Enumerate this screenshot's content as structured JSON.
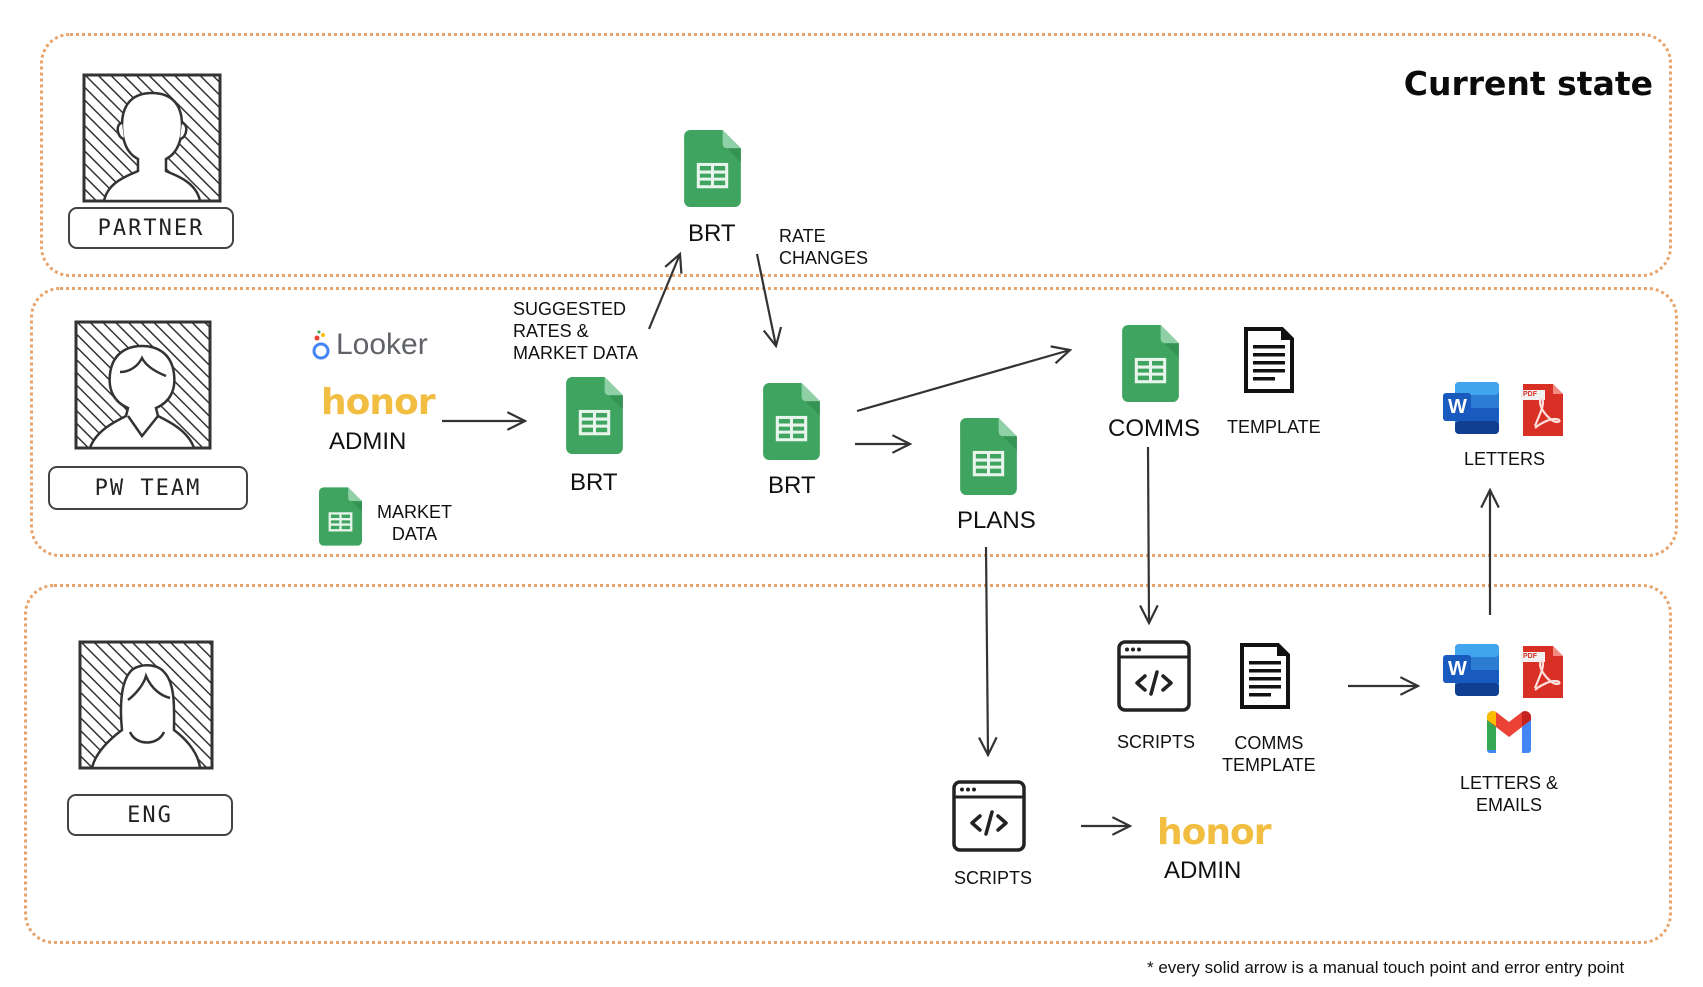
{
  "title": "Current state",
  "lanes": [
    {
      "id": "partner",
      "role_label": "PARTNER"
    },
    {
      "id": "pw-team",
      "role_label": "PW TEAM"
    },
    {
      "id": "eng",
      "role_label": "ENG"
    }
  ],
  "nodes": {
    "brt_partner": {
      "label": "BRT",
      "icon": "google-sheets-icon"
    },
    "rate_changes": {
      "line1": "RATE",
      "line2": "CHANGES"
    },
    "suggested": {
      "line1": "SUGGESTED",
      "line2": "RATES &",
      "line3": "MARKET DATA"
    },
    "looker": {
      "label": "Looker",
      "icon": "looker-icon"
    },
    "honor_admin_pw": {
      "brand": "honor",
      "label": "ADMIN"
    },
    "market_data": {
      "line1": "MARKET",
      "line2": "DATA",
      "icon": "google-sheets-icon"
    },
    "brt_pw_1": {
      "label": "BRT",
      "icon": "google-sheets-icon"
    },
    "brt_pw_2": {
      "label": "BRT",
      "icon": "google-sheets-icon"
    },
    "plans": {
      "label": "PLANS",
      "icon": "google-sheets-icon"
    },
    "comms": {
      "label": "COMMS",
      "icon": "google-sheets-icon"
    },
    "template": {
      "label": "TEMPLATE",
      "icon": "document-icon"
    },
    "letters": {
      "label": "LETTERS",
      "icons": [
        "word-icon",
        "pdf-icon"
      ]
    },
    "scripts_1": {
      "label": "SCRIPTS",
      "icon": "code-window-icon"
    },
    "comms_template": {
      "line1": "COMMS",
      "line2": "TEMPLATE",
      "icon": "document-icon"
    },
    "letters_emails": {
      "line1": "LETTERS &",
      "line2": "EMAILS",
      "icons": [
        "word-icon",
        "pdf-icon",
        "gmail-icon"
      ]
    },
    "scripts_2": {
      "label": "SCRIPTS",
      "icon": "code-window-icon"
    },
    "honor_admin_eng": {
      "brand": "honor",
      "label": "ADMIN"
    }
  },
  "icon_text": {
    "pdf": "PDF",
    "word": "W"
  },
  "footnote": "* every solid arrow is a manual touch point and error entry point",
  "colors": {
    "lane_border": "#e8a36a",
    "sheets_green": "#34a853",
    "honor_yellow": "#f2be42",
    "word_blue": "#185abd",
    "pdf_red": "#d93025"
  }
}
